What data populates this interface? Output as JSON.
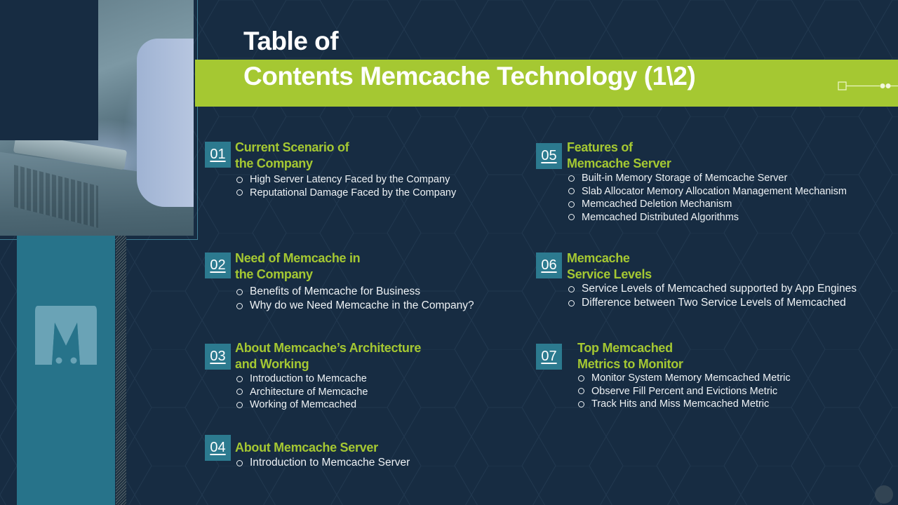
{
  "slide": {
    "title_line1": "Table of",
    "title_line2": "Contents Memcache Technology (1\\2)",
    "colors": {
      "background": "#172c42",
      "accent_green": "#a5c832",
      "accent_teal": "#2c7a8f",
      "text": "#ffffff"
    },
    "logo_icon": "memcached-logo-icon",
    "image_description": "person-using-laptop-photo"
  },
  "sections": [
    {
      "number": "01",
      "heading_line1": "Current Scenario of",
      "heading_line2": "the Company",
      "items": [
        "High Server Latency Faced by the Company",
        "Reputational Damage Faced by the Company"
      ]
    },
    {
      "number": "02",
      "heading_line1": "Need of Memcache in",
      "heading_line2": "the Company",
      "items": [
        "Benefits of Memcache for Business",
        "Why do we Need Memcache in the Company?"
      ]
    },
    {
      "number": "03",
      "heading_line1": "About Memcache’s Architecture",
      "heading_line2": "and Working",
      "items": [
        "Introduction to Memcache",
        "Architecture of Memcache",
        "Working of Memcached"
      ]
    },
    {
      "number": "04",
      "heading_line1": "About Memcache Server",
      "items": [
        "Introduction  to Memcache Server"
      ]
    },
    {
      "number": "05",
      "heading_line1": "Features of",
      "heading_line2": "Memcache Server",
      "items": [
        "Built-in Memory Storage of Memcache Server",
        "Slab Allocator Memory Allocation Management Mechanism",
        "Memcached Deletion Mechanism",
        "Memcached Distributed Algorithms"
      ]
    },
    {
      "number": "06",
      "heading_line1": "Memcache",
      "heading_line2": "Service Levels",
      "items": [
        "Service Levels of Memcached supported by App Engines",
        "Difference between Two Service Levels of Memcached"
      ]
    },
    {
      "number": "07",
      "heading_line1": "Top Memcached",
      "heading_line2": "Metrics to Monitor",
      "items": [
        "Monitor  System Memory Memcached Metric",
        "Observe Fill Percent and Evictions Metric",
        "Track Hits and Miss Memcached Metric"
      ]
    }
  ]
}
